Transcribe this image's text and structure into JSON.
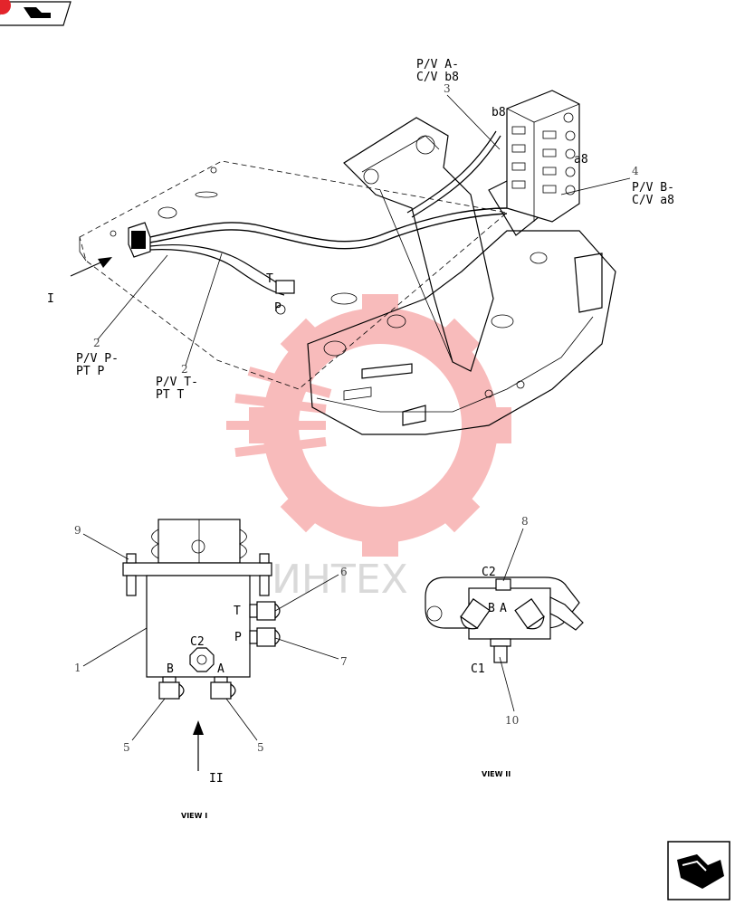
{
  "labels": {
    "pv_a": "P/V A-",
    "cv_b8": "C/V b8",
    "b8": "b8",
    "a8": "a8",
    "pv_b": "P/V B-",
    "cv_a8": "C/V a8",
    "pv_p": "P/V P-",
    "pt_p": "PT P",
    "pv_t": "P/V T-",
    "pt_t": "PT T",
    "port_t_top": "T",
    "port_p_top": "P",
    "view_marker_1": "I",
    "view_marker_2": "II"
  },
  "view1": {
    "caption": "VIEW I",
    "ports": {
      "t": "T",
      "p": "P",
      "c2": "C2",
      "b": "B",
      "a": "A"
    }
  },
  "view2": {
    "caption": "VIEW II",
    "ports": {
      "c2": "C2",
      "b": "B",
      "a": "A",
      "c1": "C1"
    }
  },
  "callouts": {
    "n1": "1",
    "n2a": "2",
    "n2b": "2",
    "n3": "3",
    "n4": "4",
    "n5a": "5",
    "n5b": "5",
    "n6": "6",
    "n7": "7",
    "n8": "8",
    "n9": "9",
    "n10": "10"
  },
  "watermark": "ИНТЕХ",
  "icons": {
    "top_left": "page-back-icon",
    "bottom_right": "page-forward-icon"
  },
  "colors": {
    "watermark_gear": "#f06a6a",
    "corner_dot": "#e3242b",
    "line": "#000000"
  }
}
